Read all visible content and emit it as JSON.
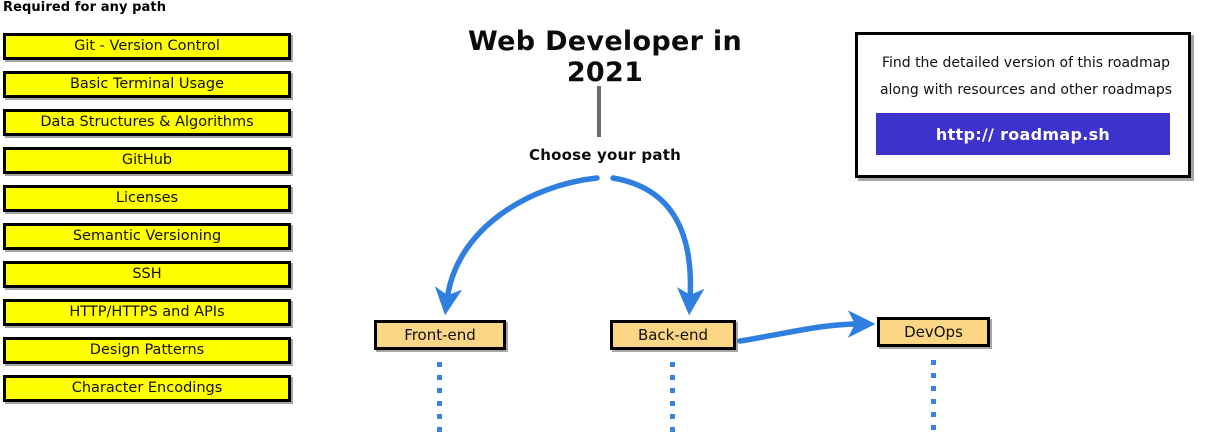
{
  "title": "Web Developer in 2021",
  "choose_path_label": "Choose your path",
  "required_section": {
    "header": "Required for any path",
    "items": [
      {
        "label": "Git - Version Control"
      },
      {
        "label": "Basic Terminal Usage"
      },
      {
        "label": "Data Structures & Algorithms"
      },
      {
        "label": "GitHub"
      },
      {
        "label": "Licenses"
      },
      {
        "label": "Semantic Versioning"
      },
      {
        "label": "SSH"
      },
      {
        "label": "HTTP/HTTPS and APIs"
      },
      {
        "label": "Design Patterns"
      },
      {
        "label": "Character Encodings"
      }
    ]
  },
  "paths": [
    {
      "label": "Front-end"
    },
    {
      "label": "Back-end"
    },
    {
      "label": "DevOps"
    }
  ],
  "info_box": {
    "line1": "Find the detailed version of this roadmap",
    "line2": "along with resources and other roadmaps",
    "button_label": "http:// roadmap.sh"
  },
  "colors": {
    "required_fill": "#ffff00",
    "path_fill": "#fbd684",
    "arrow_blue": "#2f7fe0",
    "button_blue": "#3b33cc",
    "stem_gray": "#6b6b6b",
    "outline_black": "#000000"
  }
}
